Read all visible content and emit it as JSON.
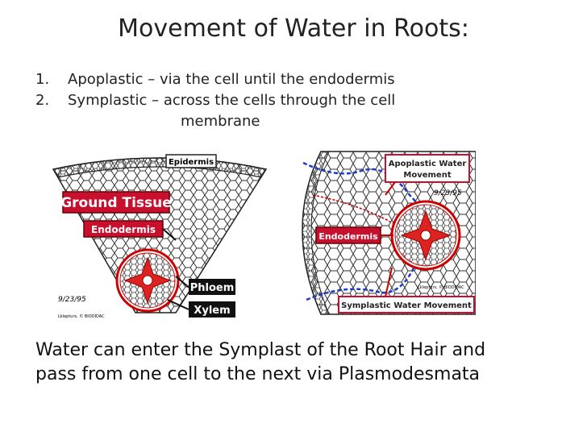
{
  "title": "Movement of Water in Roots:",
  "points": [
    {
      "number": "1.",
      "text": "Apoplastic – via the cell until the endodermis"
    },
    {
      "number": "2.",
      "text": "Symplastic – across the cells through the cell"
    }
  ],
  "point2_continuation": "membrane",
  "left_diagram": {
    "labels": {
      "epidermis": "Epidermis",
      "ground_tissue": "Ground Tissue",
      "endodermis": "Endodermis",
      "phloem": "Phloem",
      "xylem": "Xylem"
    },
    "signature": "9/23/95",
    "credit": "Lklepturs, © BIODIDAC"
  },
  "right_diagram": {
    "labels": {
      "apoplastic": [
        "Apoplastic Water",
        "Movement"
      ],
      "endodermis": "Endodermis",
      "symplastic": "Symplastic Water Movement"
    },
    "signature": "9/23/95",
    "credit": "Lklepturs, © BIODIDAC"
  },
  "bottom_text": [
    "Water can enter the Symplast of the Root Hair and",
    "pass from one cell to the next via Plasmodesmata"
  ]
}
